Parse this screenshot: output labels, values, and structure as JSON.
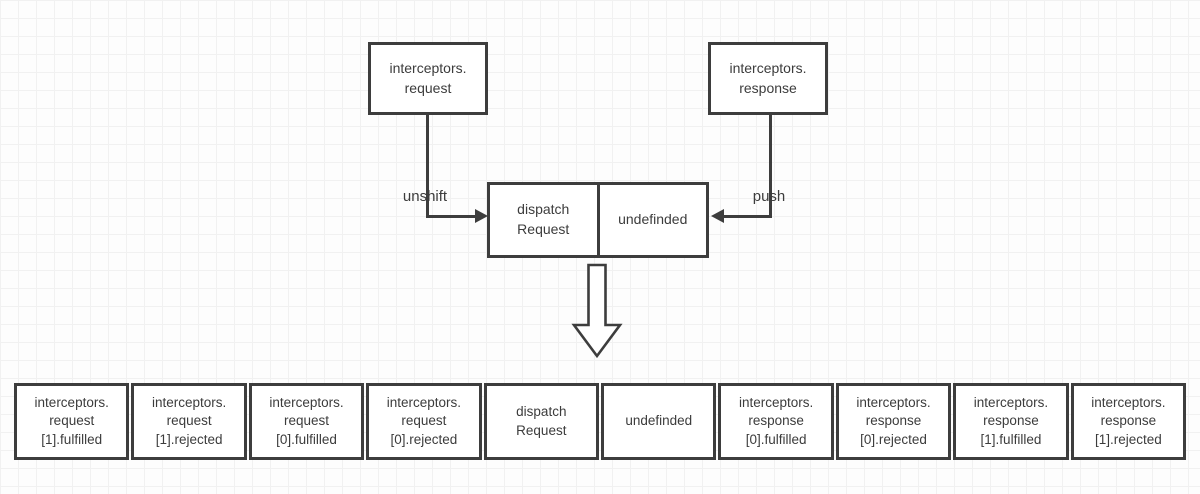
{
  "colors": {
    "stroke": "#3d3d3d",
    "text": "#3c3c3c",
    "box_fill": "#ffffff",
    "grid_minor": "#f1f1f1",
    "grid_major": "#e4e4e4"
  },
  "top_boxes": {
    "request": {
      "lines": [
        "interceptors.",
        "request"
      ]
    },
    "response": {
      "lines": [
        "interceptors.",
        "response"
      ]
    }
  },
  "connectors": {
    "left_label": "unshift",
    "right_label": "push"
  },
  "queue_box": {
    "left": {
      "lines": [
        "dispatch",
        "Request"
      ]
    },
    "right": {
      "lines": [
        "undefinded"
      ]
    }
  },
  "icons": {
    "big_down_arrow": "down-arrow"
  },
  "chain_row": {
    "cells": [
      {
        "lines": [
          "interceptors.",
          "request",
          "[1].fulfilled"
        ]
      },
      {
        "lines": [
          "interceptors.",
          "request",
          "[1].rejected"
        ]
      },
      {
        "lines": [
          "interceptors.",
          "request",
          "[0].fulfilled"
        ]
      },
      {
        "lines": [
          "interceptors.",
          "request",
          "[0].rejected"
        ]
      },
      {
        "lines": [
          "dispatch",
          "Request"
        ]
      },
      {
        "lines": [
          "undefinded"
        ]
      },
      {
        "lines": [
          "interceptors.",
          "response",
          "[0].fulfilled"
        ]
      },
      {
        "lines": [
          "interceptors.",
          "response",
          "[0].rejected"
        ]
      },
      {
        "lines": [
          "interceptors.",
          "response",
          "[1].fulfilled"
        ]
      },
      {
        "lines": [
          "interceptors.",
          "response",
          "[1].rejected"
        ]
      }
    ]
  }
}
